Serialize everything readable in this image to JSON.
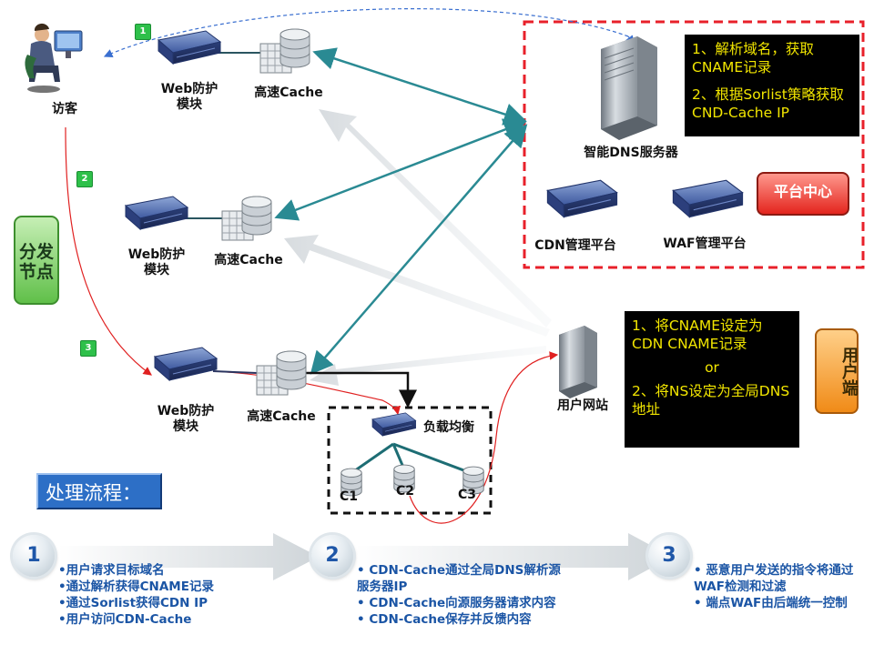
{
  "labels": {
    "visitor": "访客",
    "web_module_1": "Web防护\n模块",
    "web_module_2": "Web防护\n模块",
    "web_module_3": "Web防护\n模块",
    "cache_1": "高速Cache",
    "cache_2": "高速Cache",
    "cache_3": "高速Cache",
    "dns_server": "智能DNS服务器",
    "cdn_platform": "CDN管理平台",
    "waf_platform": "WAF管理平台",
    "platform_center": "平台中心",
    "distribution_node": "分发\n节点",
    "user_site": "用户网站",
    "load_balancer": "负载均衡",
    "c1": "C1",
    "c2": "C2",
    "c3": "C3",
    "user_side": "用户端",
    "process_title": "处理流程："
  },
  "badges": [
    "1",
    "2",
    "3"
  ],
  "dns_info": {
    "line1": "1、解析域名，获取CNAME记录",
    "line2": "2、根据Sorlist策略获取CND-Cache IP"
  },
  "user_info": {
    "line1": "1、将CNAME设定为CDN CNAME记录",
    "or": "or",
    "line2": "2、将NS设定为全局DNS地址"
  },
  "steps": [
    {
      "num": "1",
      "items": [
        "•用户请求目标域名",
        "•通过解析获得CNAME记录",
        "•通过Sorlist获得CDN IP",
        "•用户访问CDN-Cache"
      ]
    },
    {
      "num": "2",
      "items": [
        "• CDN-Cache通过全局DNS解析源服务器IP",
        "• CDN-Cache向源服务器请求内容",
        "• CDN-Cache保存并反馈内容"
      ]
    },
    {
      "num": "3",
      "items": [
        "• 恶意用户发送的指令将通过WAF检测和过滤",
        "• 端点WAF由后端统一控制"
      ]
    }
  ],
  "colors": {
    "teal": "#2a8a93",
    "red_dashed": "#e8202a",
    "step_text": "#1b55a5",
    "info_text": "#f2e600",
    "title_bg": "#2d6fc6"
  }
}
